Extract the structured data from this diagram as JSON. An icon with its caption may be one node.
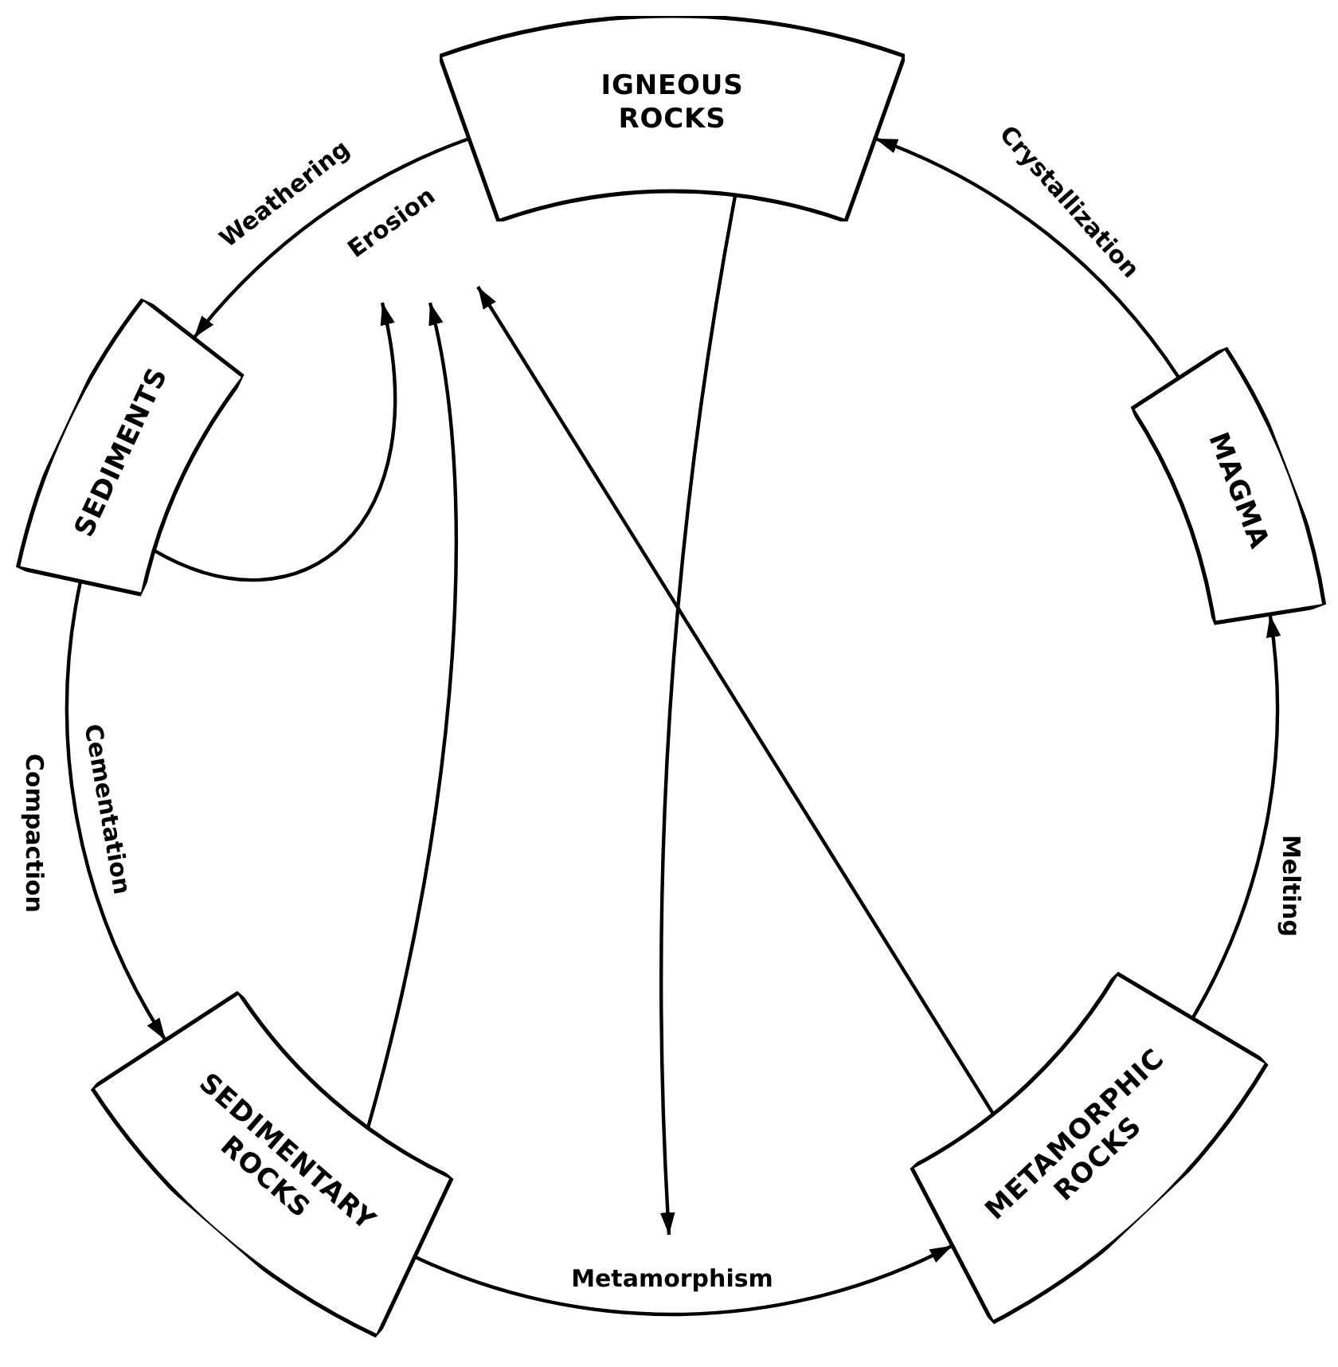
{
  "diagram": {
    "nodes": [
      {
        "text": [
          "IGNEOUS ROCKS"
        ]
      },
      {
        "text": [
          "SEDIMENTS"
        ]
      },
      {
        "text": [
          "SEDIMENTARY ROCKS"
        ]
      },
      {
        "text": [
          "METAMORPHIC ROCKS"
        ]
      },
      {
        "text": [
          "MAGMA"
        ]
      }
    ],
    "edges": [
      {
        "from": 0,
        "to": 1,
        "arrow": "to",
        "label": "Weathering"
      },
      {
        "from": 1,
        "to": 2,
        "arrow": "to",
        "label": "Compaction"
      },
      {
        "from": 2,
        "to": 3,
        "arrow": "to",
        "label": "Metamorphism"
      },
      {
        "from": 3,
        "to": 4,
        "arrow": "to",
        "label": "Melting"
      },
      {
        "from": 4,
        "to": 0,
        "arrow": "to",
        "label": "Crystallization"
      },
      {
        "from": 0,
        "to": null,
        "arrow": "to"
      },
      {
        "from": 1,
        "to": null,
        "arrow": "to"
      },
      {
        "from": 2,
        "to": null,
        "arrow": "to"
      },
      {
        "from": 3,
        "to": null,
        "arrow": "to"
      }
    ],
    "labels": [
      "Erosion",
      "Cementation"
    ]
  }
}
